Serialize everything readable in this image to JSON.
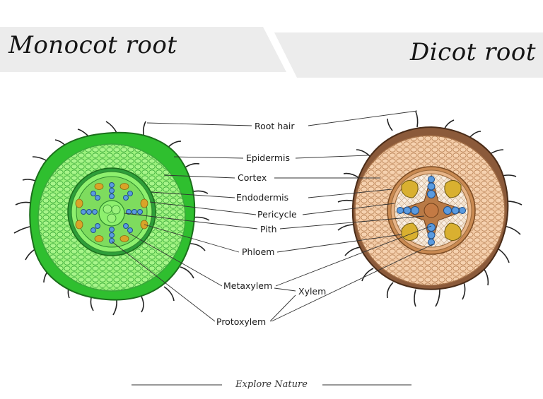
{
  "titles": {
    "left": "Monocot root",
    "right": "Dicot root"
  },
  "labels": {
    "root_hair": "Root hair",
    "epidermis": "Epidermis",
    "cortex": "Cortex",
    "endodermis": "Endodermis",
    "pericycle": "Pericycle",
    "pith": "Pith",
    "phloem": "Phloem",
    "metaxylem": "Metaxylem",
    "xylem": "Xylem",
    "protoxylem": "Protoxylem"
  },
  "footer": {
    "text": "Explore Nature"
  },
  "colors": {
    "monocot_epidermis": "#2eb82e",
    "monocot_cortex": "#8df06e",
    "monocot_stele": "#6edc5a",
    "dicot_epidermis": "#8b5a3a",
    "dicot_cortex": "#f0c6a0",
    "xylem_blue": "#5a9be0",
    "phloem_yellow": "#d9b030"
  }
}
